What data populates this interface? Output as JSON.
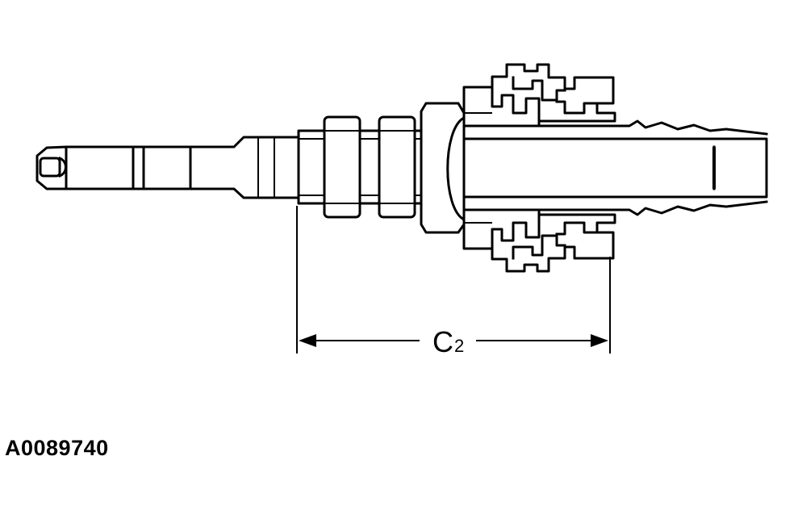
{
  "diagram": {
    "dimension": {
      "letter": "C",
      "subscript": "2"
    },
    "figure_id": "A0089740"
  }
}
